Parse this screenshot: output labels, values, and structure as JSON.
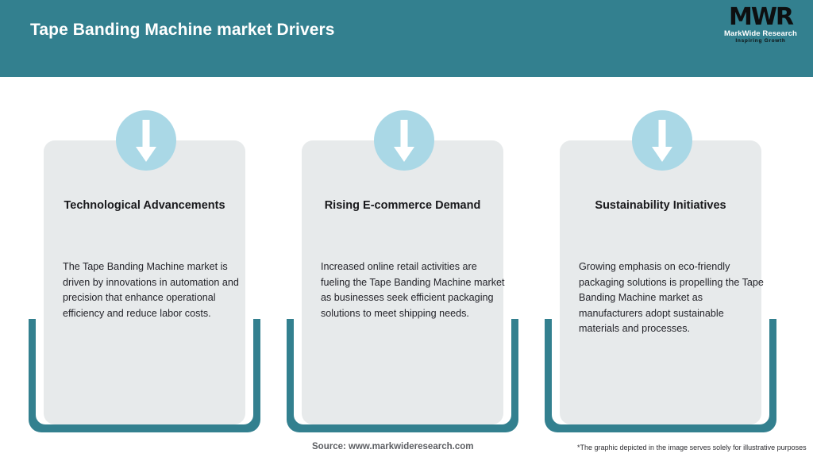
{
  "header": {
    "title": "Tape Banding Machine market Drivers",
    "bar_color": "#33808f",
    "logo": {
      "mark": "MWR",
      "name": "MarkWide Research",
      "tagline": "Inspiring Growth"
    }
  },
  "theme": {
    "accent": "#33808f",
    "panel": "#e7eaeb",
    "circle": "#aad8e6",
    "arrow": "#ffffff",
    "title_text": "#19191c",
    "body_text": "#24242a"
  },
  "cards": [
    {
      "icon": "arrow-down-icon",
      "title": "Technological Advancements",
      "body": "The Tape Banding Machine market is driven by innovations in automation and precision that enhance operational efficiency and reduce labor costs."
    },
    {
      "icon": "arrow-down-icon",
      "title": "Rising E-commerce Demand",
      "body": "Increased online retail activities are fueling the Tape Banding Machine market as businesses seek efficient packaging solutions to meet shipping needs."
    },
    {
      "icon": "arrow-down-icon",
      "title": "Sustainability Initiatives",
      "body": "Growing emphasis on eco-friendly packaging solutions is propelling the Tape Banding Machine market as manufacturers adopt sustainable materials and processes."
    }
  ],
  "footer": {
    "source": "Source: www.markwideresearch.com",
    "note": "*The graphic depicted in the image serves solely for illustrative purposes"
  }
}
